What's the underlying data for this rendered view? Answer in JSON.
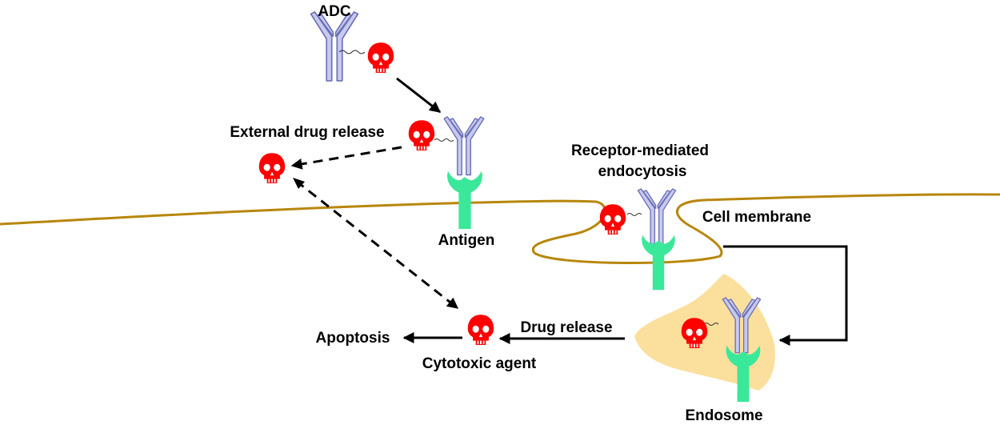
{
  "labels": {
    "adc": "ADC",
    "external_drug_release": "External drug release",
    "receptor_mediated_line1": "Receptor-mediated",
    "receptor_mediated_line2": "endocytosis",
    "cell_membrane": "Cell membrane",
    "antigen": "Antigen",
    "drug_release": "Drug release",
    "apoptosis": "Apoptosis",
    "cytotoxic_agent": "Cytotoxic agent",
    "endosome": "Endosome"
  },
  "colors": {
    "antibody_fill": "#c7c9ee",
    "antibody_stroke": "#6a6fb5",
    "drug": "#ff0000",
    "antigen": "#3ae89a",
    "membrane": "#b8860b",
    "endosome": "#fbdf9c",
    "arrow": "#000000"
  },
  "icons": {
    "antibody": "antibody-icon",
    "drug": "skull-icon",
    "antigen": "antigen-receptor-icon"
  }
}
